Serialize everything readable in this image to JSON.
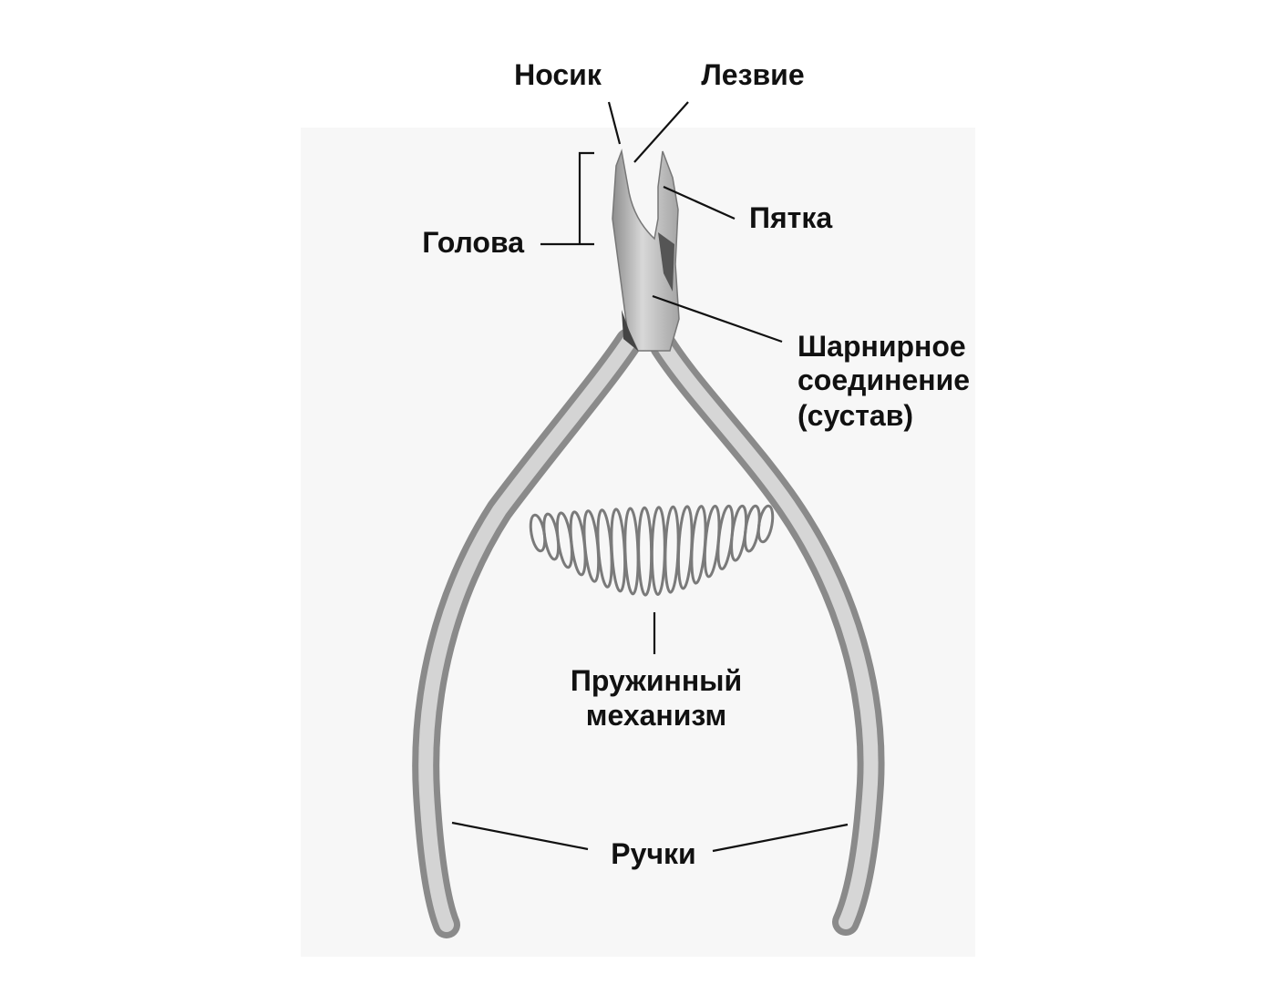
{
  "labels": {
    "nose": "Носик",
    "blade": "Лезвие",
    "heel": "Пятка",
    "head": "Голова",
    "joint_line1": "Шарнирное",
    "joint_line2": "соединение",
    "joint_line3": "(сустав)",
    "spring_line1": "Пружинный",
    "spring_line2": "механизм",
    "handles": "Ручки"
  },
  "colors": {
    "background": "#ffffff",
    "panel": "#f6f6f6",
    "metal": "#b9b9b9",
    "text": "#111111"
  }
}
